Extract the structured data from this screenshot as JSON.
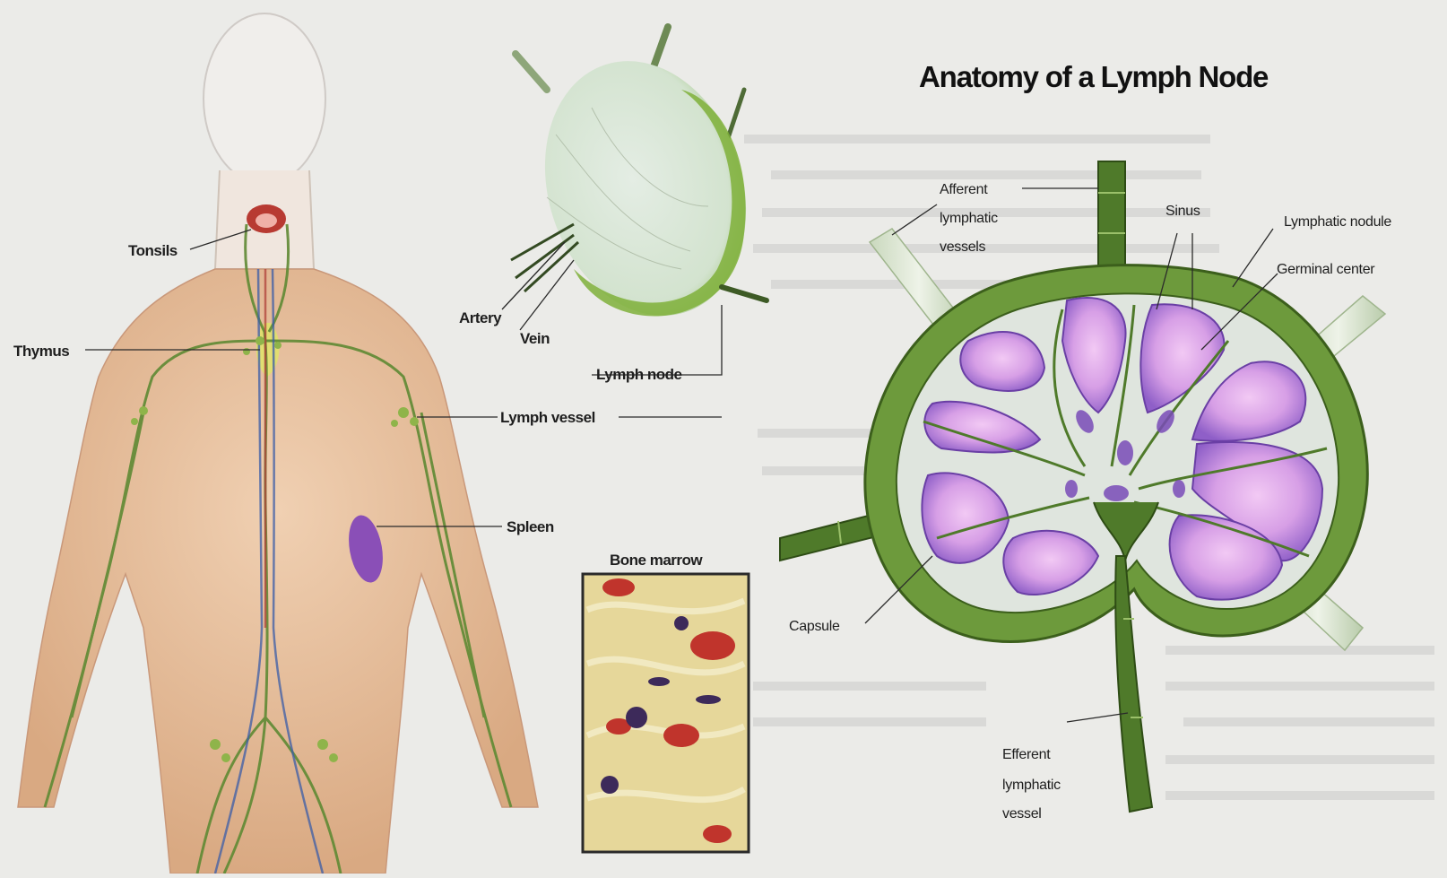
{
  "title": "Anatomy of a Lymph Node",
  "body_labels": {
    "tonsils": "Tonsils",
    "thymus": "Thymus",
    "artery": "Artery",
    "vein": "Vein",
    "lymph_node": "Lymph node",
    "lymph_vessel": "Lymph vessel",
    "spleen": "Spleen",
    "bone_marrow": "Bone marrow"
  },
  "node_labels": {
    "afferent": [
      "Afferent",
      "lymphatic",
      "vessels"
    ],
    "sinus": "Sinus",
    "lymphatic_nodule": "Lymphatic nodule",
    "germinal_center": "Germinal center",
    "capsule": "Capsule",
    "efferent": [
      "Efferent",
      "lymphatic",
      "vessel"
    ]
  },
  "colors": {
    "background": "#ebebe8",
    "vessel_green": "#4f7a2a",
    "node_green": "#6d9a3c",
    "nodule_purple": "#9a6cd2",
    "germinal_pink": "#e6b6ee",
    "skin": "#e9c4a3",
    "spleen_purple": "#8a4fb7",
    "marrow_red": "#c0342c"
  }
}
